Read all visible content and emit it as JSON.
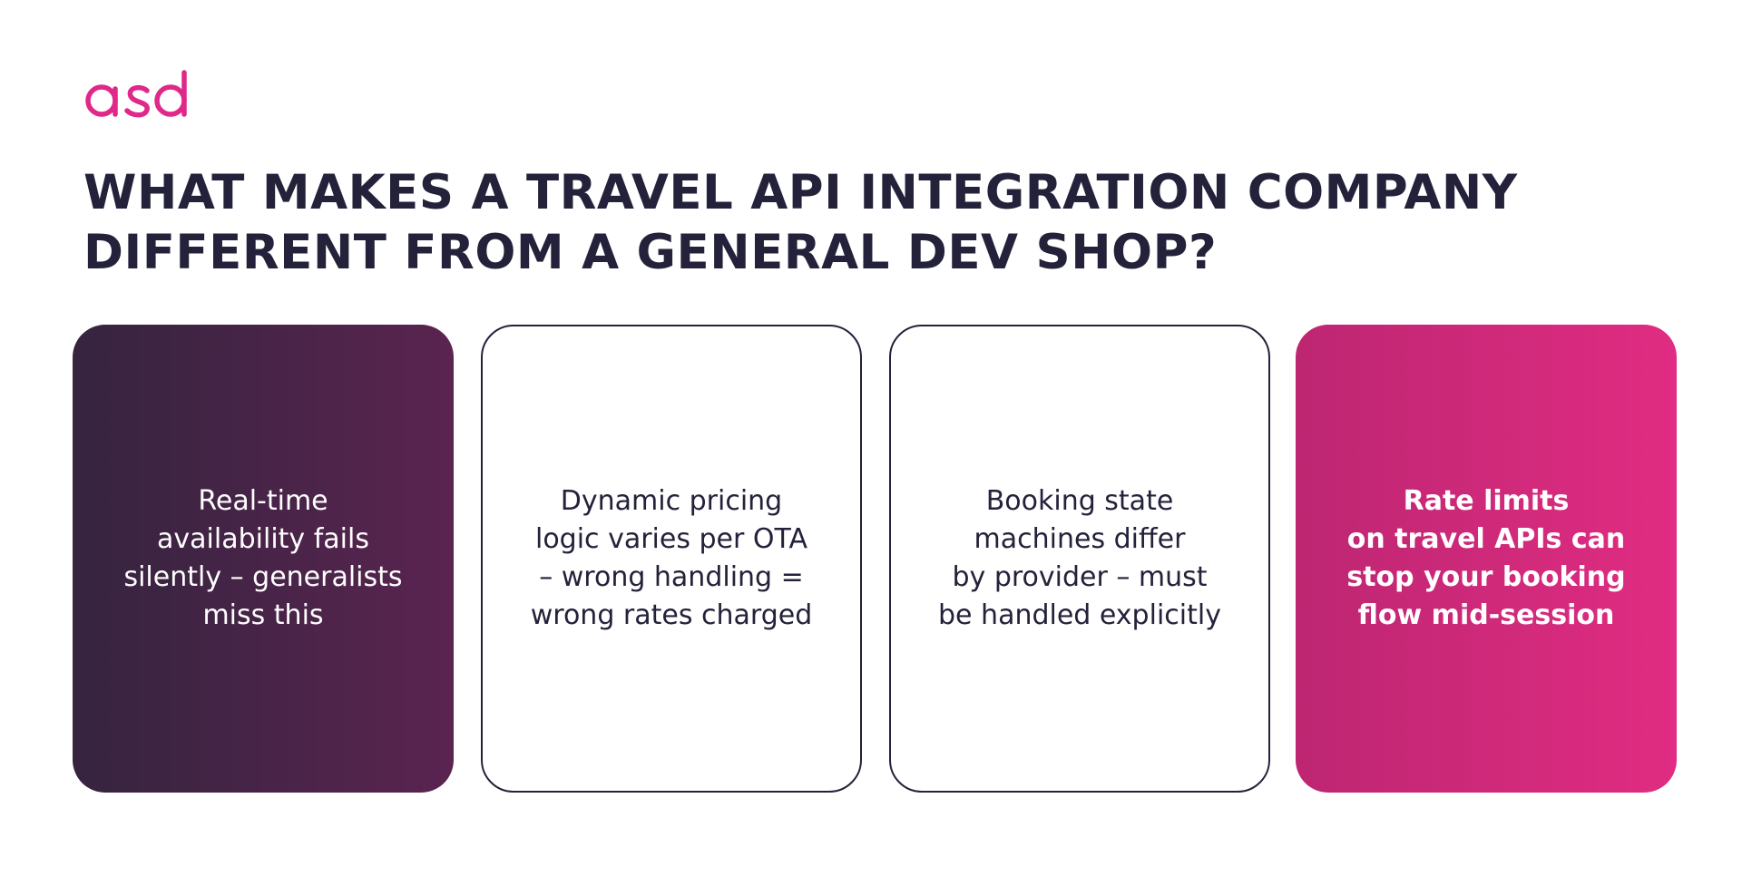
{
  "logo": {
    "text": "asd",
    "color": "#e0288a"
  },
  "heading": {
    "line1": "WHAT MAKES A TRAVEL API INTEGRATION COMPANY",
    "line2": "DIFFERENT FROM A GENERAL DEV SHOP?"
  },
  "cards": [
    {
      "text": "Real-time\navailability fails\nsilently – generalists\nmiss this",
      "background": [
        "#35243f",
        "#5a2450"
      ],
      "text_color": "#ffffff"
    },
    {
      "text": "Dynamic pricing\nlogic varies per OTA\n– wrong handling =\nwrong rates charged",
      "background": [
        "#ffffff"
      ],
      "text_color": "#23223a"
    },
    {
      "text": "Booking state\nmachines differ\nby provider – must\nbe handled explicitly",
      "background": [
        "#ffffff"
      ],
      "text_color": "#23223a"
    },
    {
      "text": "Rate limits\non travel APIs can\nstop your booking\nflow mid-session",
      "background": [
        "#bd2672",
        "#e02c82"
      ],
      "text_color": "#ffffff"
    }
  ]
}
